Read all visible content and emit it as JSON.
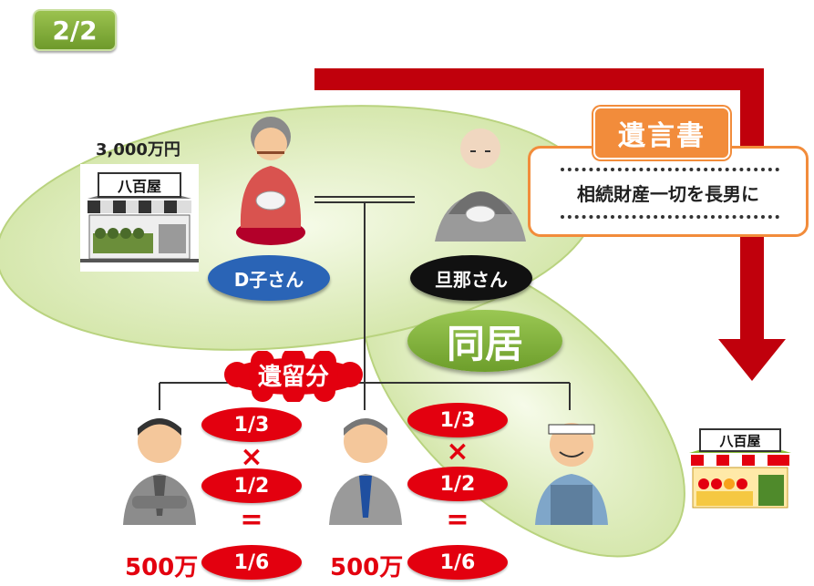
{
  "page_indicator": "2/2",
  "estate_amount": "3,000万円",
  "shop_sign": "八百屋",
  "people": {
    "mother": "D子さん",
    "father": "旦那さん"
  },
  "cohabiting_label": "同居",
  "will": {
    "title": "遺言書",
    "text": "相続財産一切を長男に"
  },
  "reserved_share_label": "遺留分",
  "calc_left": {
    "a": "1/3",
    "op1": "×",
    "b": "1/2",
    "op2": "=",
    "result": "1/6",
    "amount": "500万"
  },
  "calc_right": {
    "a": "1/3",
    "op1": "×",
    "b": "1/2",
    "op2": "=",
    "result": "1/6",
    "amount": "500万"
  },
  "colors": {
    "accent_red": "#e3000f",
    "arrow_red": "#c0000c",
    "ellipse_green": "#dbeab4",
    "will_orange": "#f28c3b",
    "badge_green": "#7aa834",
    "mother_badge_blue": "#2a64b6",
    "father_badge_black": "#111111"
  }
}
